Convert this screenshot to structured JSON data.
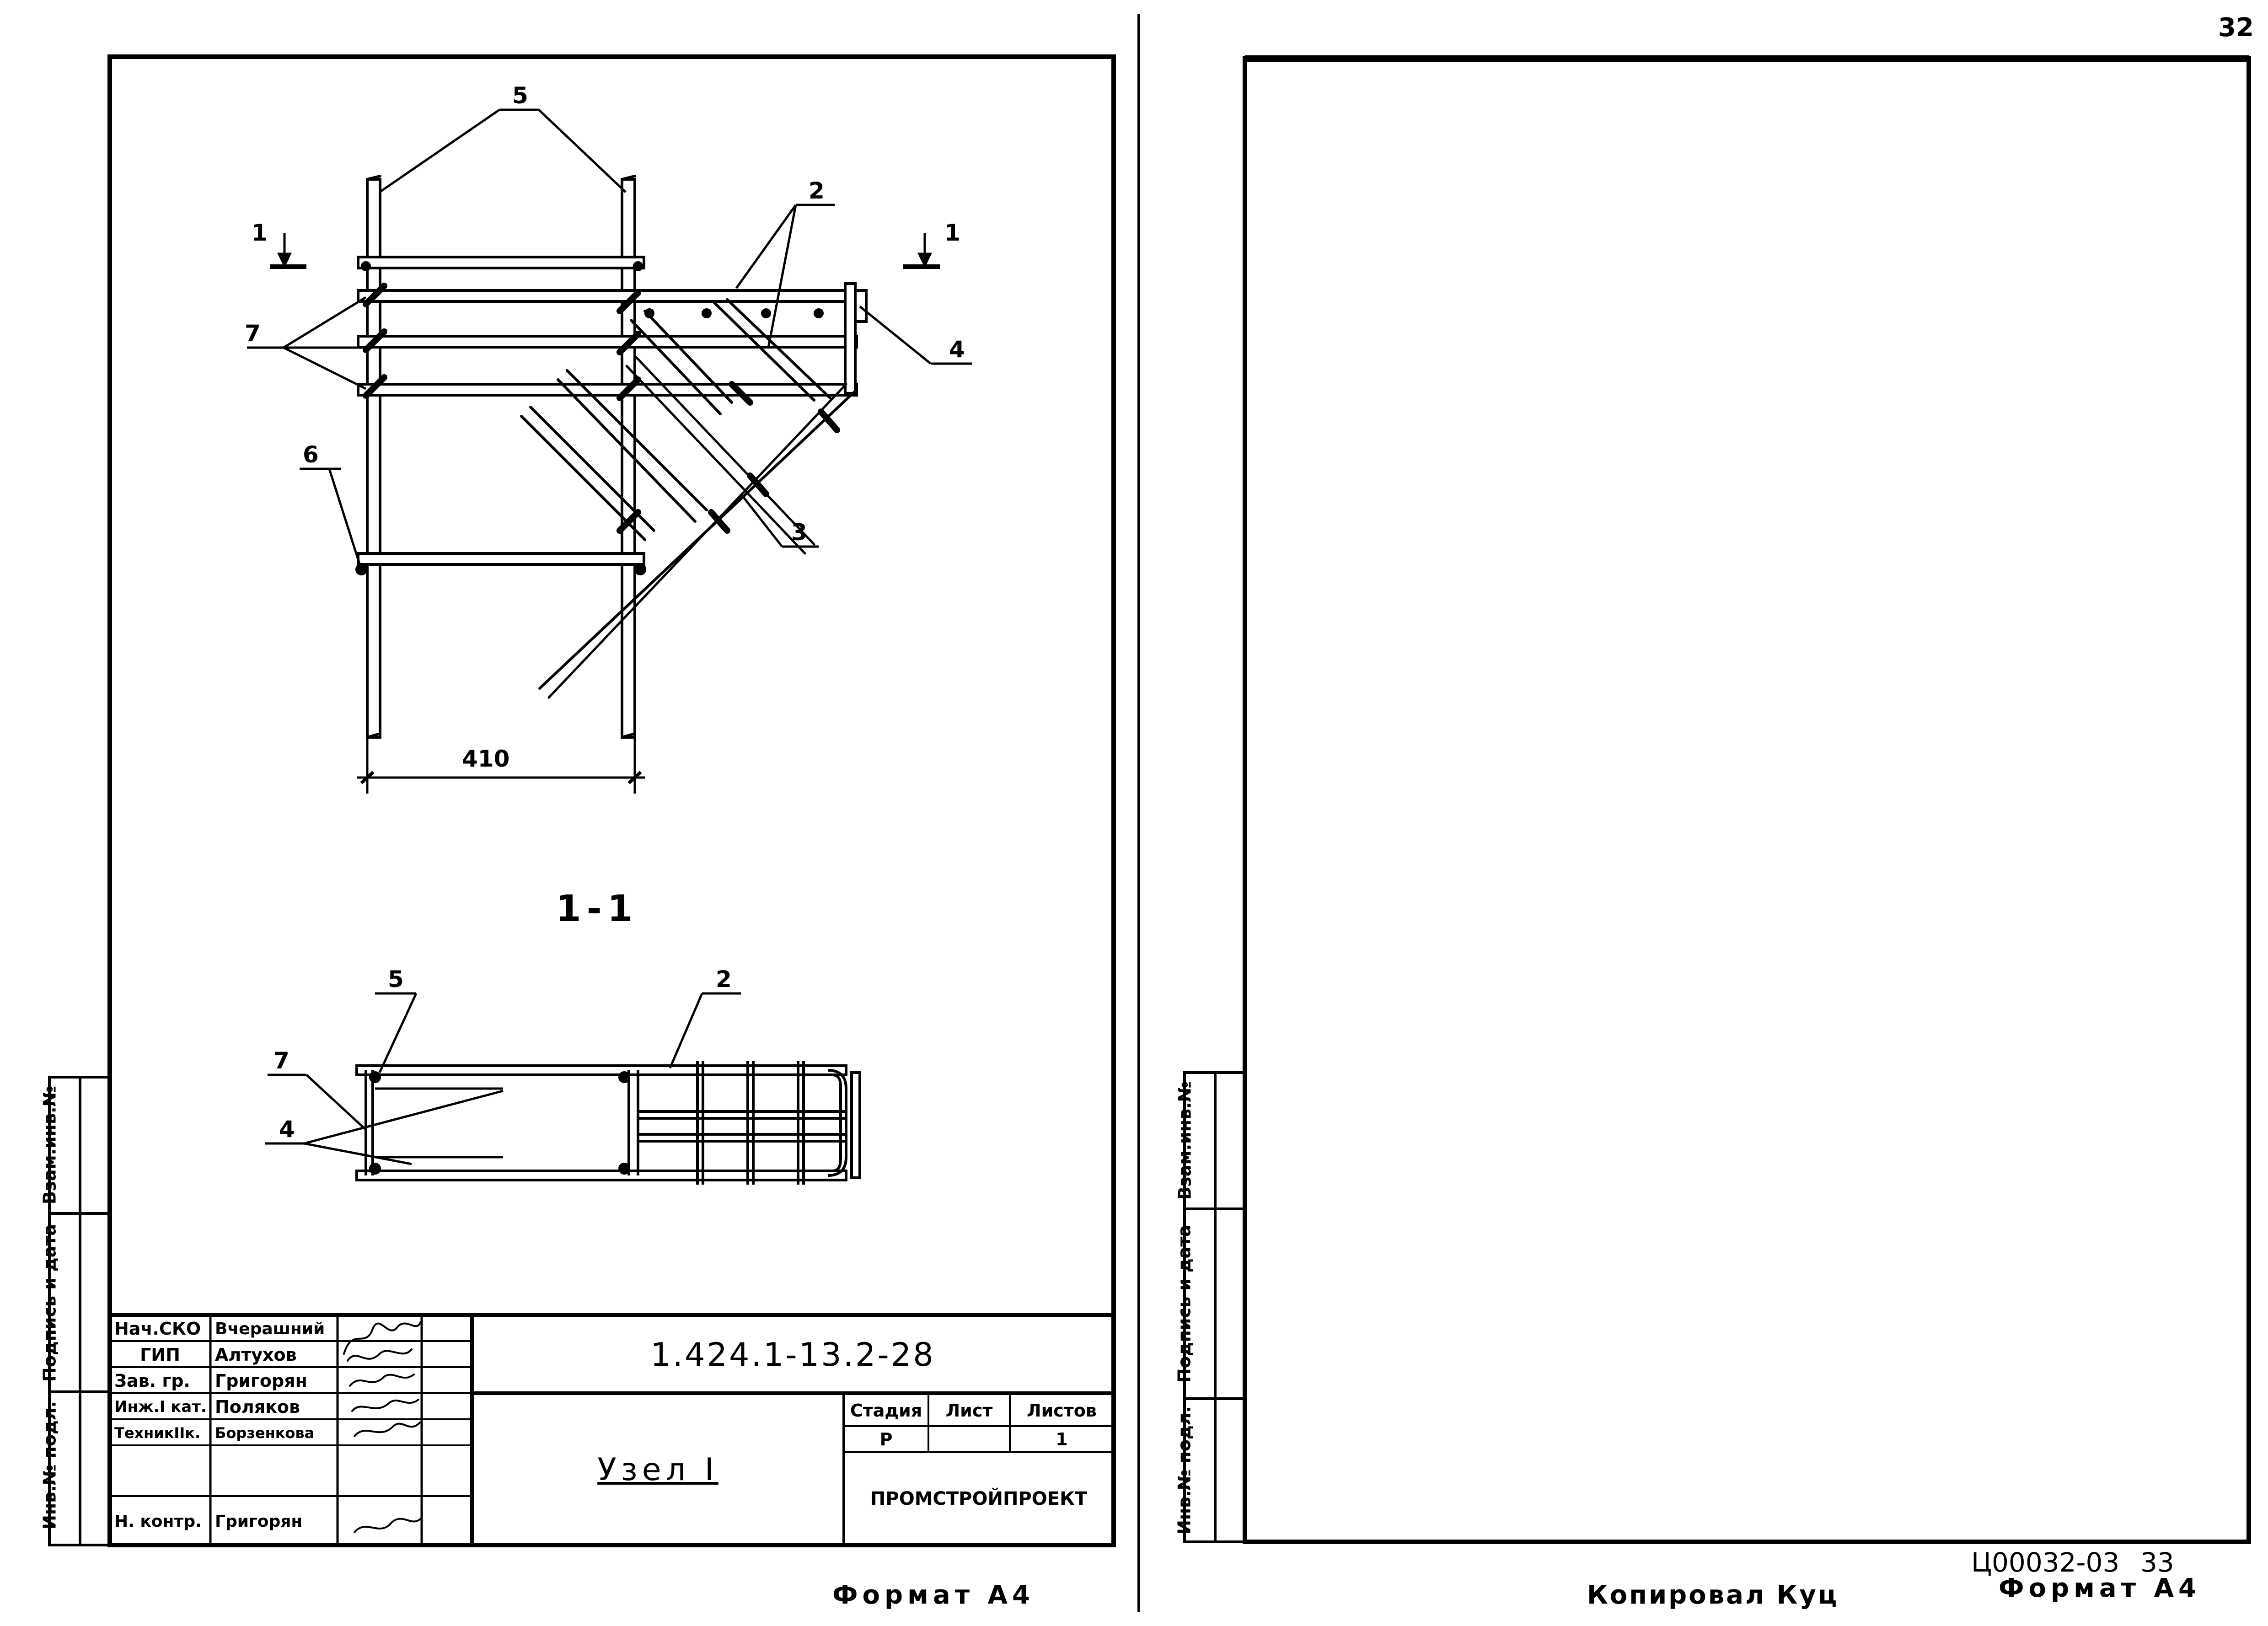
{
  "page_number": "32",
  "left_sheet": {
    "callouts": {
      "c5_top": "5",
      "c2_top": "2",
      "c1_left": "1",
      "c1_right": "1",
      "c4_top": "4",
      "c7_top": "7",
      "c6": "6",
      "c3": "3",
      "dim_410": "410",
      "c5_bottom": "5",
      "c2_bottom": "2",
      "c7_bottom": "7",
      "c4_bottom": "4"
    },
    "section_title": "1-1",
    "side_stamp": {
      "inv_podl": "Инв.№ подл.",
      "podpis_data": "Подпись и дата",
      "vzam_inv": "Взам.инв.№"
    },
    "title_block": {
      "roles": [
        "Нач.СКО",
        "ГИП",
        "Зав. гр.",
        "Инж.I кат.",
        "ТехникIIк.",
        "",
        "Н. контр."
      ],
      "names": [
        "Вчерашний",
        "Алтухов",
        "Григорян",
        "Поляков",
        "Борзенкова",
        "",
        "Григорян"
      ],
      "designation": "1.424.1-13.2-28",
      "name": "Узел I",
      "stage_label": "Стадия",
      "sheet_label": "Лист",
      "sheets_label": "Листов",
      "stage": "Р",
      "sheet": "",
      "sheets": "1",
      "organization": "ПРОМСТРОЙПРОЕКТ"
    },
    "format": "Формат А4"
  },
  "right_sheet": {
    "side_stamp": {
      "inv_podl": "Инв.№ подл.",
      "podpis_data": "Подпись и дата",
      "vzam_inv": "Взам.инв.№"
    },
    "copied_by": "Копировал Куц",
    "order_number": "Ц00032-03",
    "order_sheet": "33",
    "format": "Формат А4"
  }
}
